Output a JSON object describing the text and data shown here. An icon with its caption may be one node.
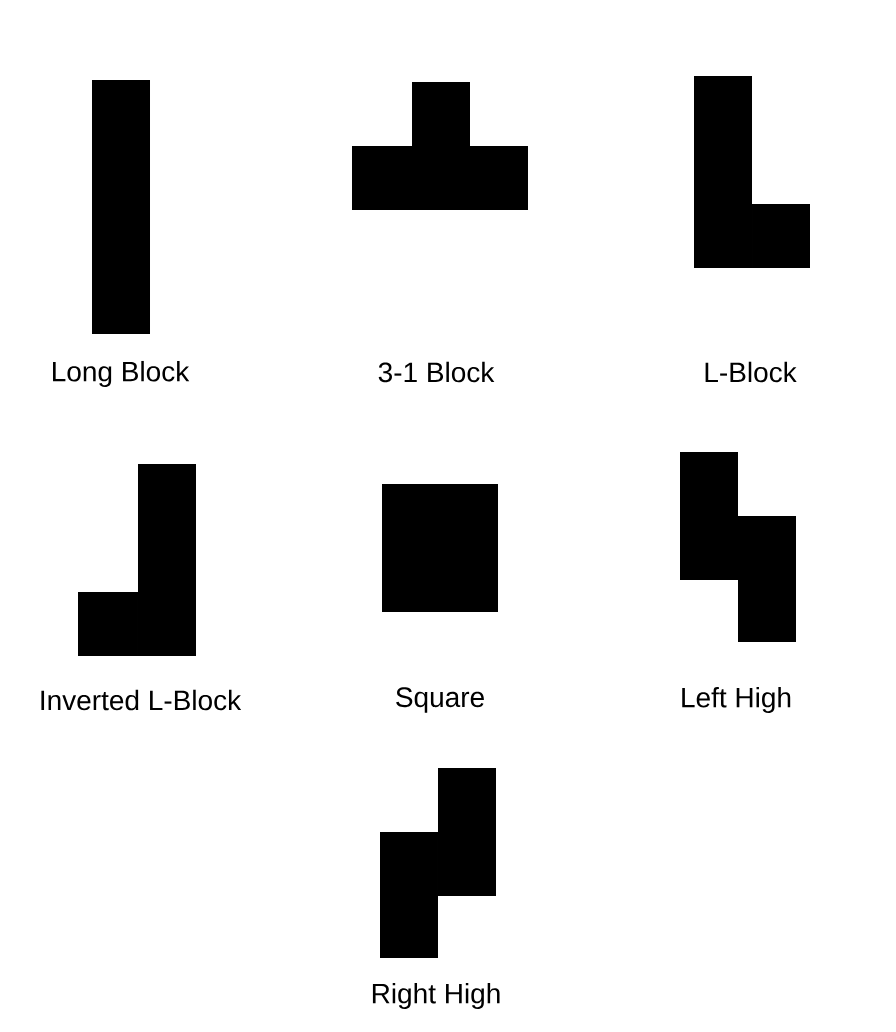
{
  "diagram": {
    "nodes": [
      {
        "text": [],
        "shape": "bar",
        "beside": [
          "Long Block"
        ]
      },
      {
        "text": [],
        "shape": "polygon"
      },
      {
        "text": [],
        "shape": "polygon",
        "beside": [
          "L-Block"
        ]
      },
      {
        "text": [],
        "shape": "polygon",
        "beside": [
          "Inverted L-Block"
        ]
      },
      {
        "text": [],
        "shape": "box",
        "beside": [
          "Square"
        ]
      },
      {
        "text": [],
        "shape": "polygon",
        "beside": [
          "Left High"
        ]
      },
      {
        "text": [],
        "shape": "polygon",
        "beside": [
          "Right High"
        ]
      }
    ],
    "labels": [
      "3-1 Block"
    ]
  }
}
